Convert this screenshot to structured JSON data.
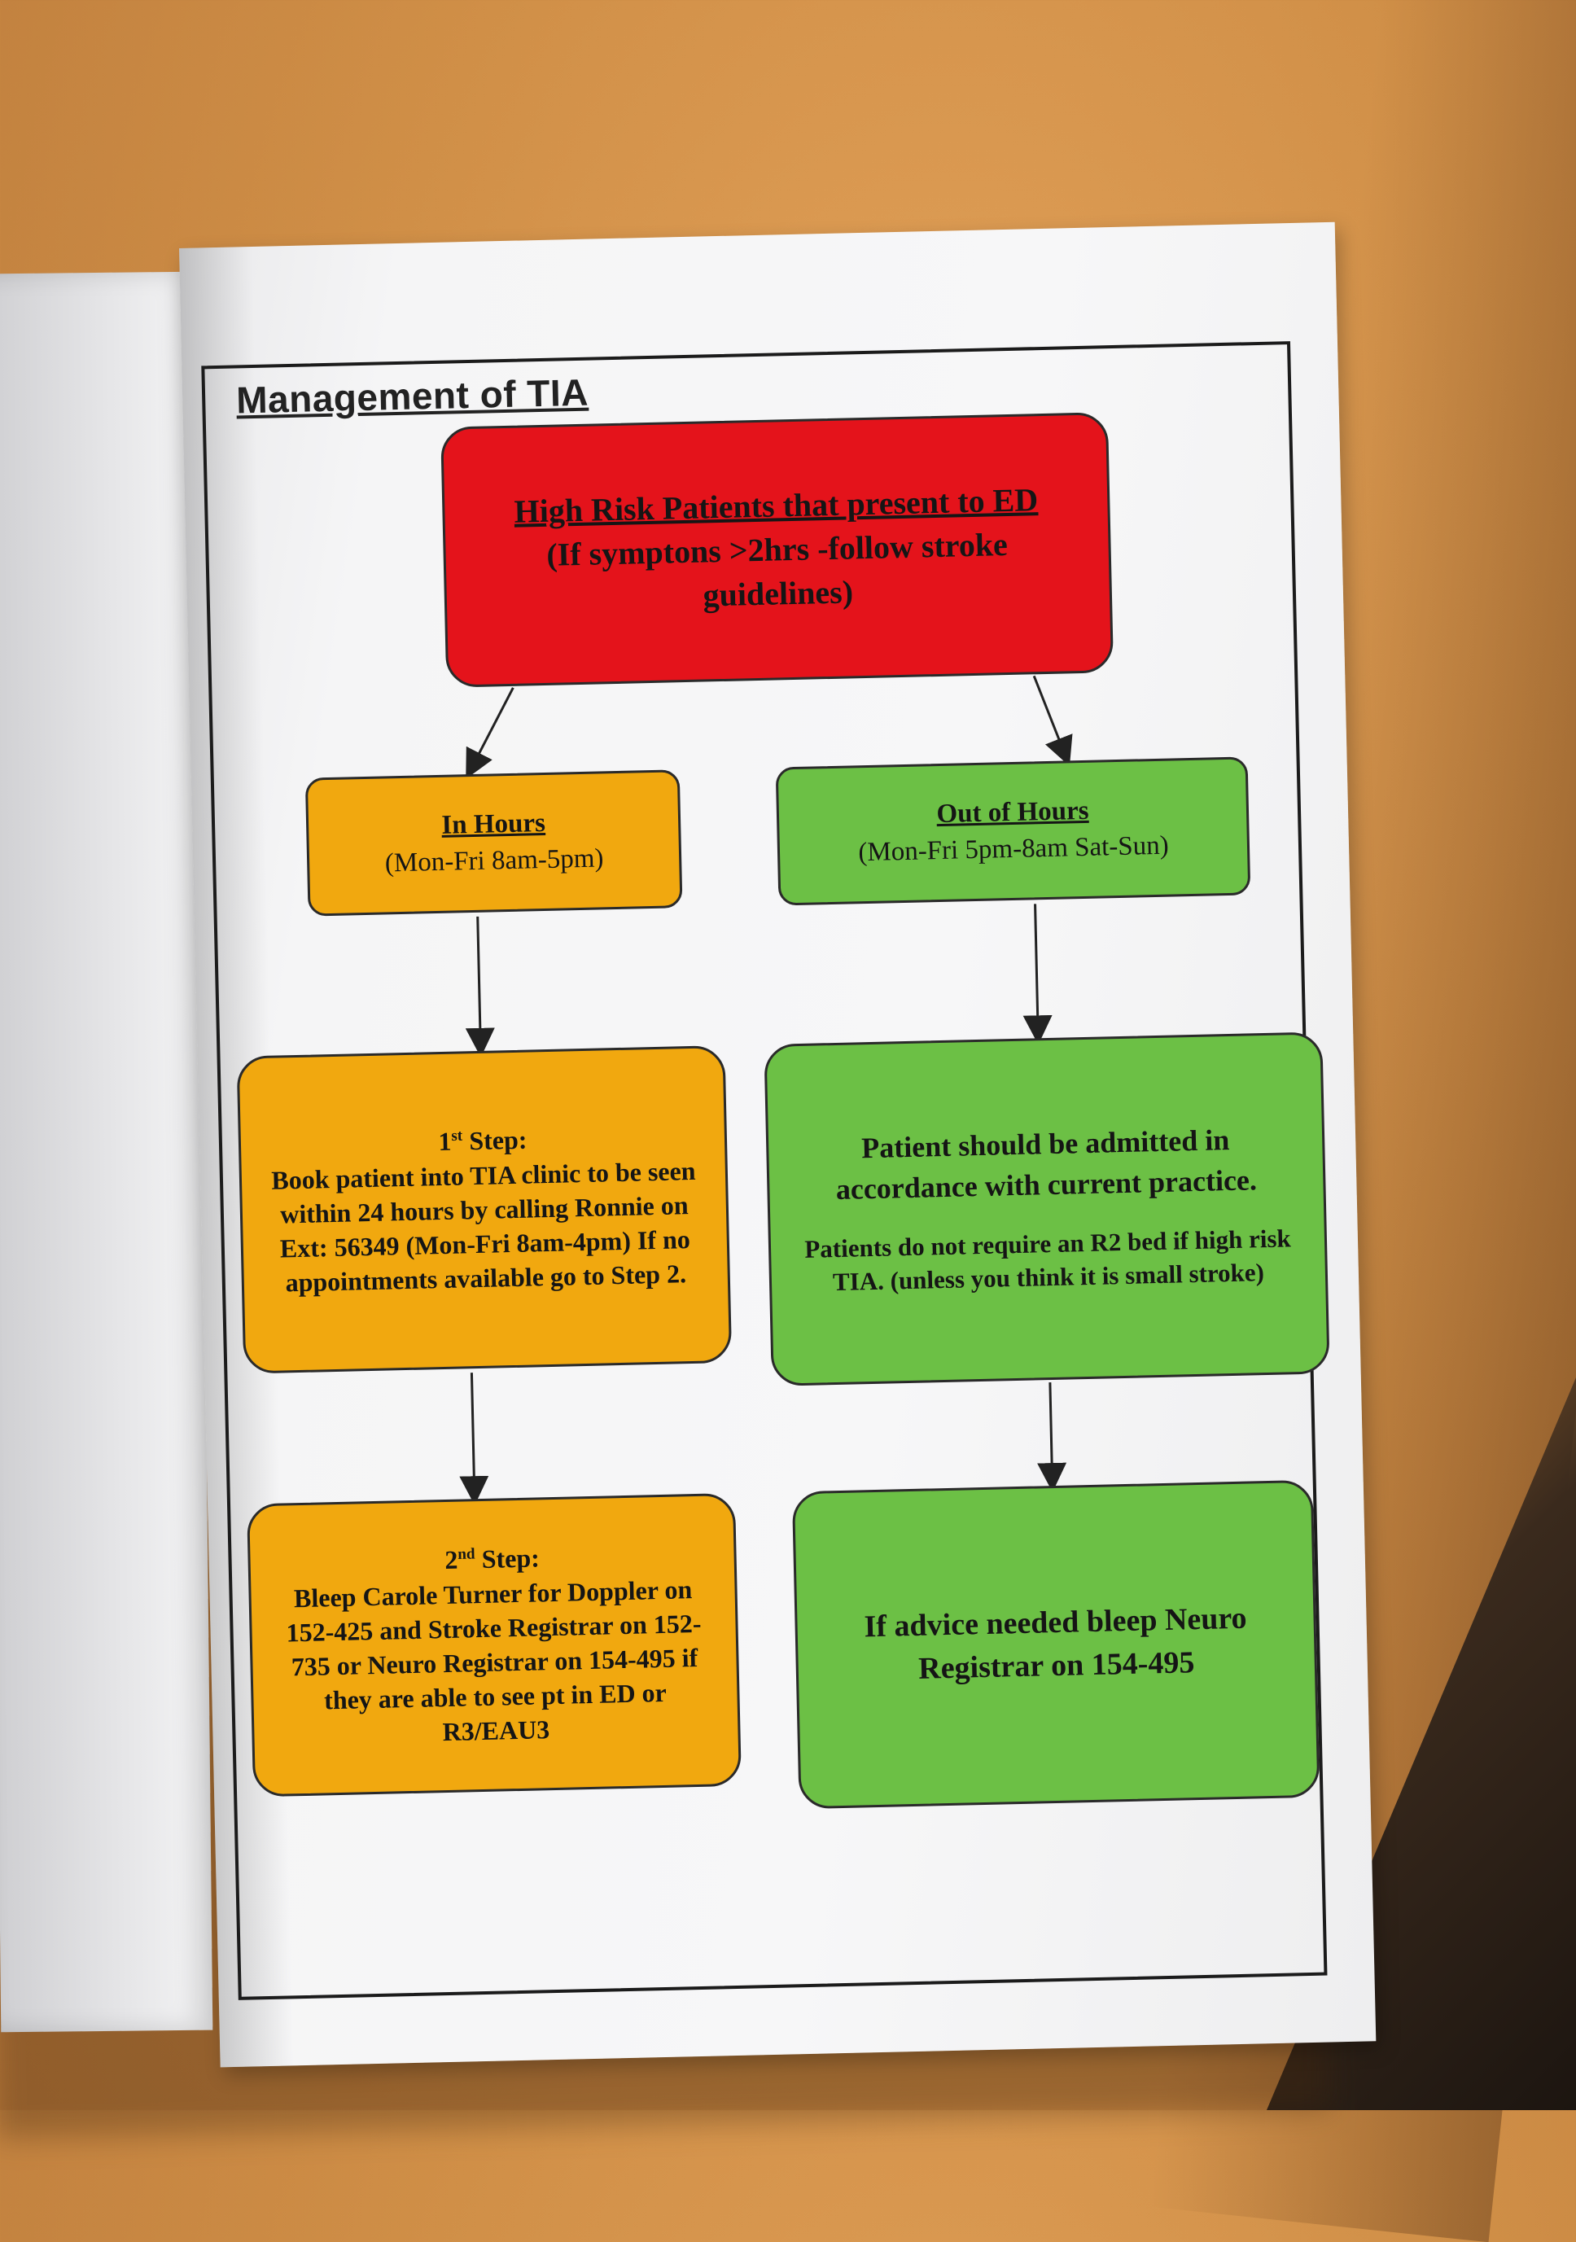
{
  "document": {
    "title": "Management of TIA",
    "high_risk": {
      "heading": "High Risk Patients that present to ED",
      "note": "(If symptons >2hrs -follow stroke guidelines)"
    },
    "in_hours": {
      "heading": "In Hours",
      "hours": "(Mon-Fri 8am-5pm)"
    },
    "out_of_hours": {
      "heading": "Out of Hours",
      "hours": "(Mon-Fri 5pm-8am Sat-Sun)"
    },
    "step1": {
      "ordinal": "1",
      "sup": "st",
      "label": " Step:",
      "text": "Book patient into TIA clinic to be seen within 24 hours by calling Ronnie on Ext: 56349 (Mon-Fri 8am-4pm) If no appointments available go to Step 2."
    },
    "admit": {
      "main": "Patient should be admitted in accordance with current practice.",
      "note": "Patients do not require an R2 bed if high risk TIA. (unless you think it is small stroke)"
    },
    "step2": {
      "ordinal": "2",
      "sup": "nd",
      "label": " Step:",
      "text": "Bleep Carole Turner for Doppler on 152-425 and Stroke Registrar on 152-735 or Neuro Registrar on 154-495 if they are able to see pt in ED or R3/EAU3"
    },
    "advice": {
      "text": "If advice needed bleep Neuro Registrar on 154-495"
    }
  },
  "colors": {
    "red": "#e4131b",
    "amber": "#f1a80f",
    "green": "#6cc045"
  }
}
